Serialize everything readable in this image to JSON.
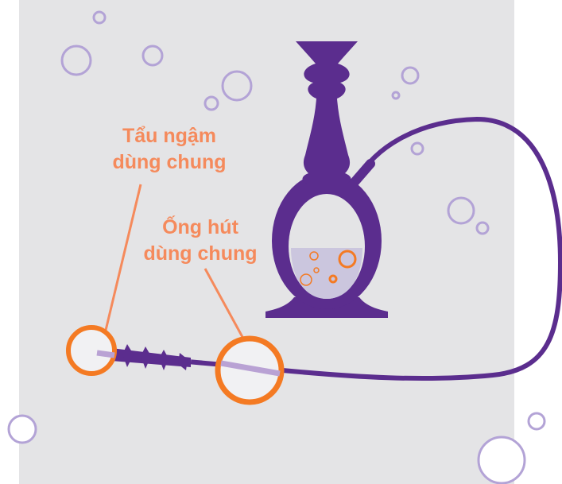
{
  "colors": {
    "panel": "#e4e4e6",
    "hookah": "#5b2d8e",
    "water": "#cbc6de",
    "bubble_outline": "#b3a3d6",
    "accent_orange": "#f47a23",
    "callout_text": "#f58a5c",
    "tip_highlight": "#b9a2d4"
  },
  "callouts": {
    "mouthpiece": {
      "line1": "Tẩu ngậm",
      "line2": "dùng chung"
    },
    "hose": {
      "line1": "Ống hút",
      "line2": "dùng chung"
    }
  },
  "icons": [
    "hookah-icon",
    "hose-icon",
    "mouthpiece-icon",
    "bubble-icon"
  ]
}
